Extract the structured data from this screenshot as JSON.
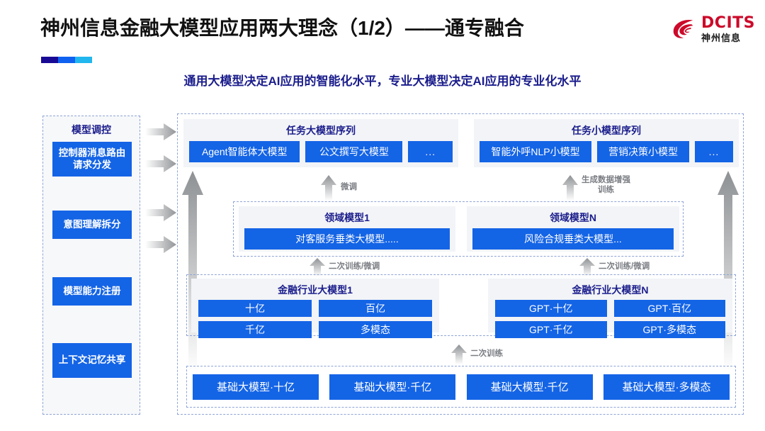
{
  "header": {
    "title": "神州信息金融大模型应用两大理念（1/2）——通专融合",
    "subtitle": "通用大模型决定AI应用的智能化水平，专业大模型决定AI应用的专业化水平",
    "logo_en": "DCITS",
    "logo_cn": "神州信息",
    "accent_colors": [
      "#190a96",
      "#1061f0",
      "#22b6ee"
    ],
    "logo_color": "#cc0a2a"
  },
  "left_panel": {
    "title": "模型调控",
    "items": [
      {
        "label": "控制器消息路由请求分发"
      },
      {
        "label": "意图理解拆分"
      },
      {
        "label": "模型能力注册"
      },
      {
        "label": "上下文记忆共享"
      }
    ]
  },
  "diagram": {
    "accent": "#1464e6",
    "title_color": "#1b1d8c",
    "row_task": {
      "left": {
        "title": "任务大模型序列",
        "chips": [
          "Agent智能体大模型",
          "公文撰写大模型",
          "..."
        ]
      },
      "right": {
        "title": "任务小模型序列",
        "chips": [
          "智能外呼NLP小模型",
          "营销决策小模型",
          "..."
        ]
      }
    },
    "row_domain": {
      "left": {
        "title": "领域模型1",
        "chips": [
          "对客服务垂类大模型....."
        ]
      },
      "right": {
        "title": "领域模型N",
        "chips": [
          "风险合规垂类大模型..."
        ]
      }
    },
    "row_industry": {
      "left": {
        "title": "金融行业大模型1",
        "chips": [
          "十亿",
          "百亿",
          "千亿",
          "多模态"
        ]
      },
      "right": {
        "title": "金融行业大模型N",
        "chips": [
          "GPT·十亿",
          "GPT·百亿",
          "GPT·千亿",
          "GPT·多模态"
        ]
      }
    },
    "row_base": {
      "chips": [
        "基础大模型·十亿",
        "基础大模型·千亿",
        "基础大模型·千亿",
        "基础大模型·多模态"
      ]
    },
    "arrow_labels": {
      "finetune": "微调",
      "data_aug": "生成数据增强\n训练",
      "retrain_finetune_left": "二次训练/微调",
      "retrain_finetune_right": "二次训练/微调",
      "retrain": "二次训练"
    }
  }
}
